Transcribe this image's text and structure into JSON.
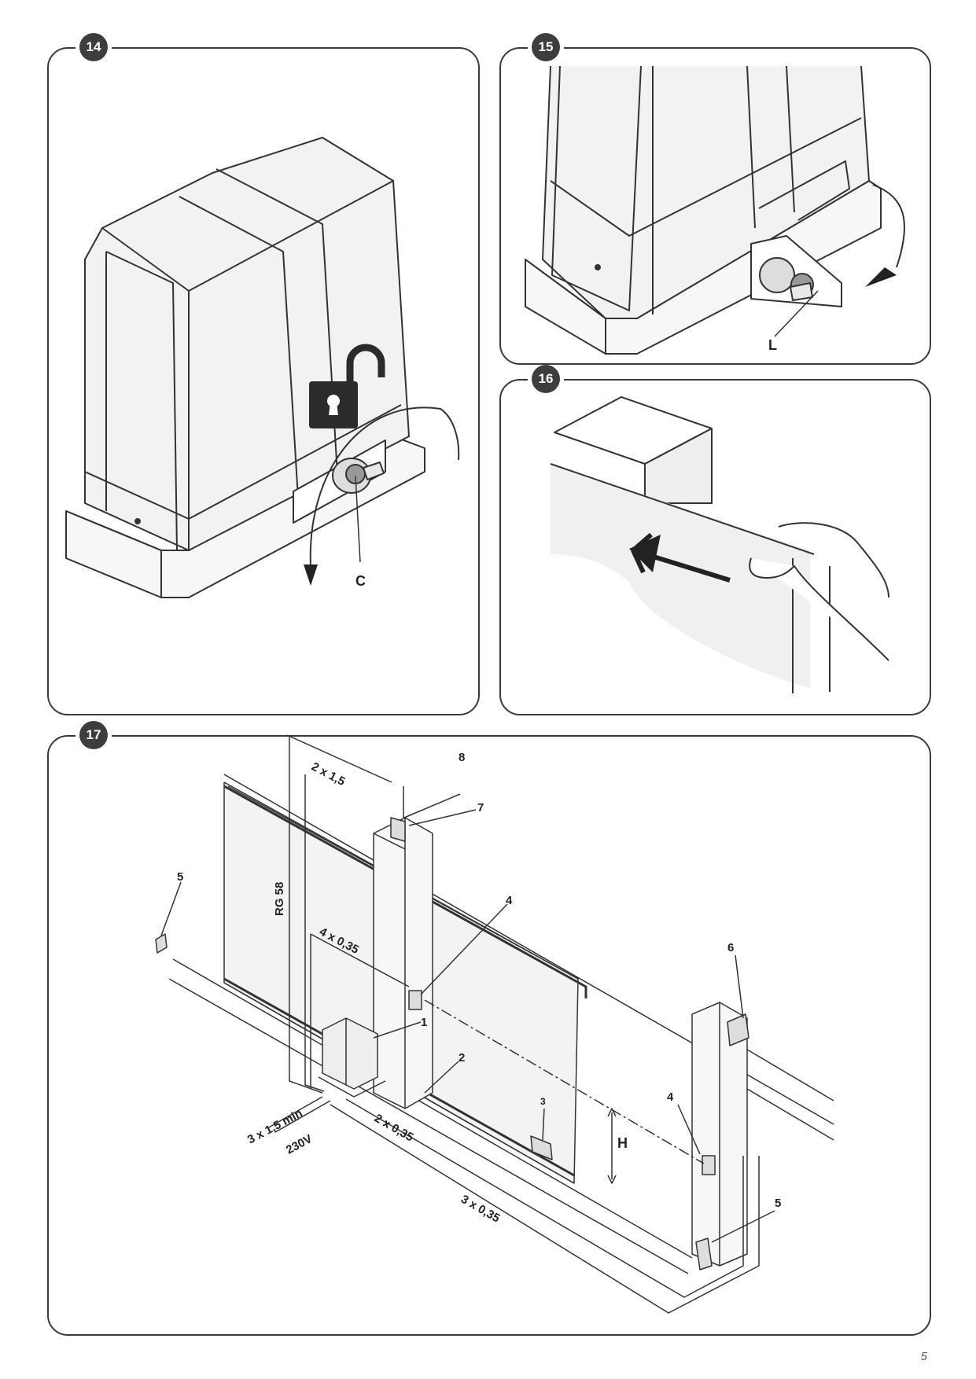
{
  "figures": [
    {
      "number": "14",
      "labels": {
        "c": "C"
      }
    },
    {
      "number": "15",
      "labels": {
        "l": "L"
      }
    },
    {
      "number": "16",
      "labels": {}
    },
    {
      "number": "17",
      "labels": {
        "n1": "1",
        "n2": "2",
        "n3": "3",
        "n4a": "4",
        "n4b": "4",
        "n5a": "5",
        "n5b": "5",
        "n6": "6",
        "n7": "7",
        "n8": "8",
        "h": "H",
        "rg58": "RG 58",
        "w2x15": "2 x 1,5",
        "w4x035": "4 x 0,35",
        "w3x15": "3 x 1,5 min",
        "v230": "230V",
        "w2x035": "2 x 0,35",
        "w3x035": "3 x 0,35"
      }
    }
  ],
  "page_number": "5"
}
